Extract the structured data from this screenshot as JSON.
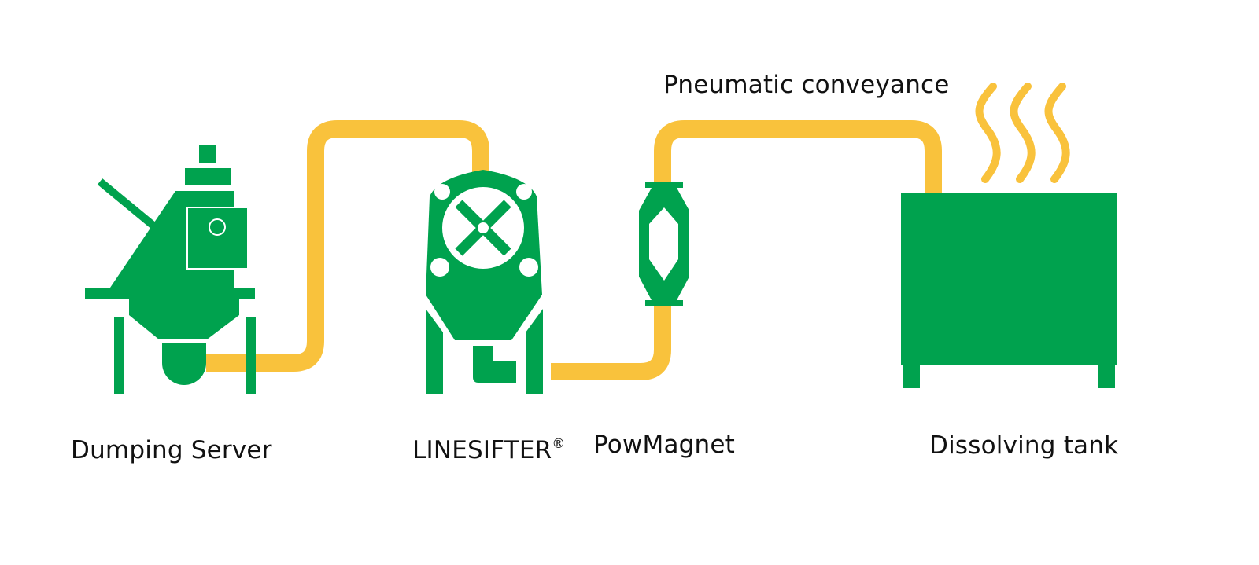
{
  "colors": {
    "equipment": "#00a24e",
    "pipe": "#f9c23c",
    "steam": "#f9c23c",
    "background": "#ffffff"
  },
  "labels": {
    "pneumatic": "Pneumatic conveyance",
    "dumping_server": "Dumping Server",
    "linesifter": "LINESIFTER",
    "linesifter_mark": "®",
    "powmagnet": "PowMagnet",
    "dissolving_tank": "Dissolving tank"
  }
}
